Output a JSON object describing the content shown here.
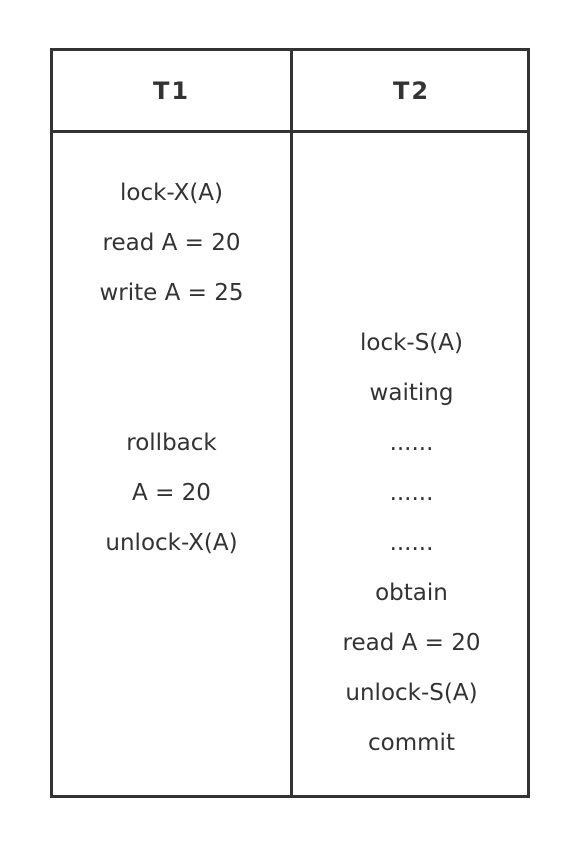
{
  "headers": {
    "t1": "T1",
    "t2": "T2"
  },
  "t1_steps": {
    "lock": "lock-X(A)",
    "read": "read A = 20",
    "write": "write A = 25",
    "rollback": "rollback",
    "restore": "A = 20",
    "unlock": "unlock-X(A)"
  },
  "t2_steps": {
    "lock": "lock-S(A)",
    "waiting": "waiting",
    "dots1": "......",
    "dots2": "......",
    "dots3": "......",
    "obtain": "obtain",
    "read": "read A = 20",
    "unlock": "unlock-S(A)",
    "commit": "commit"
  }
}
